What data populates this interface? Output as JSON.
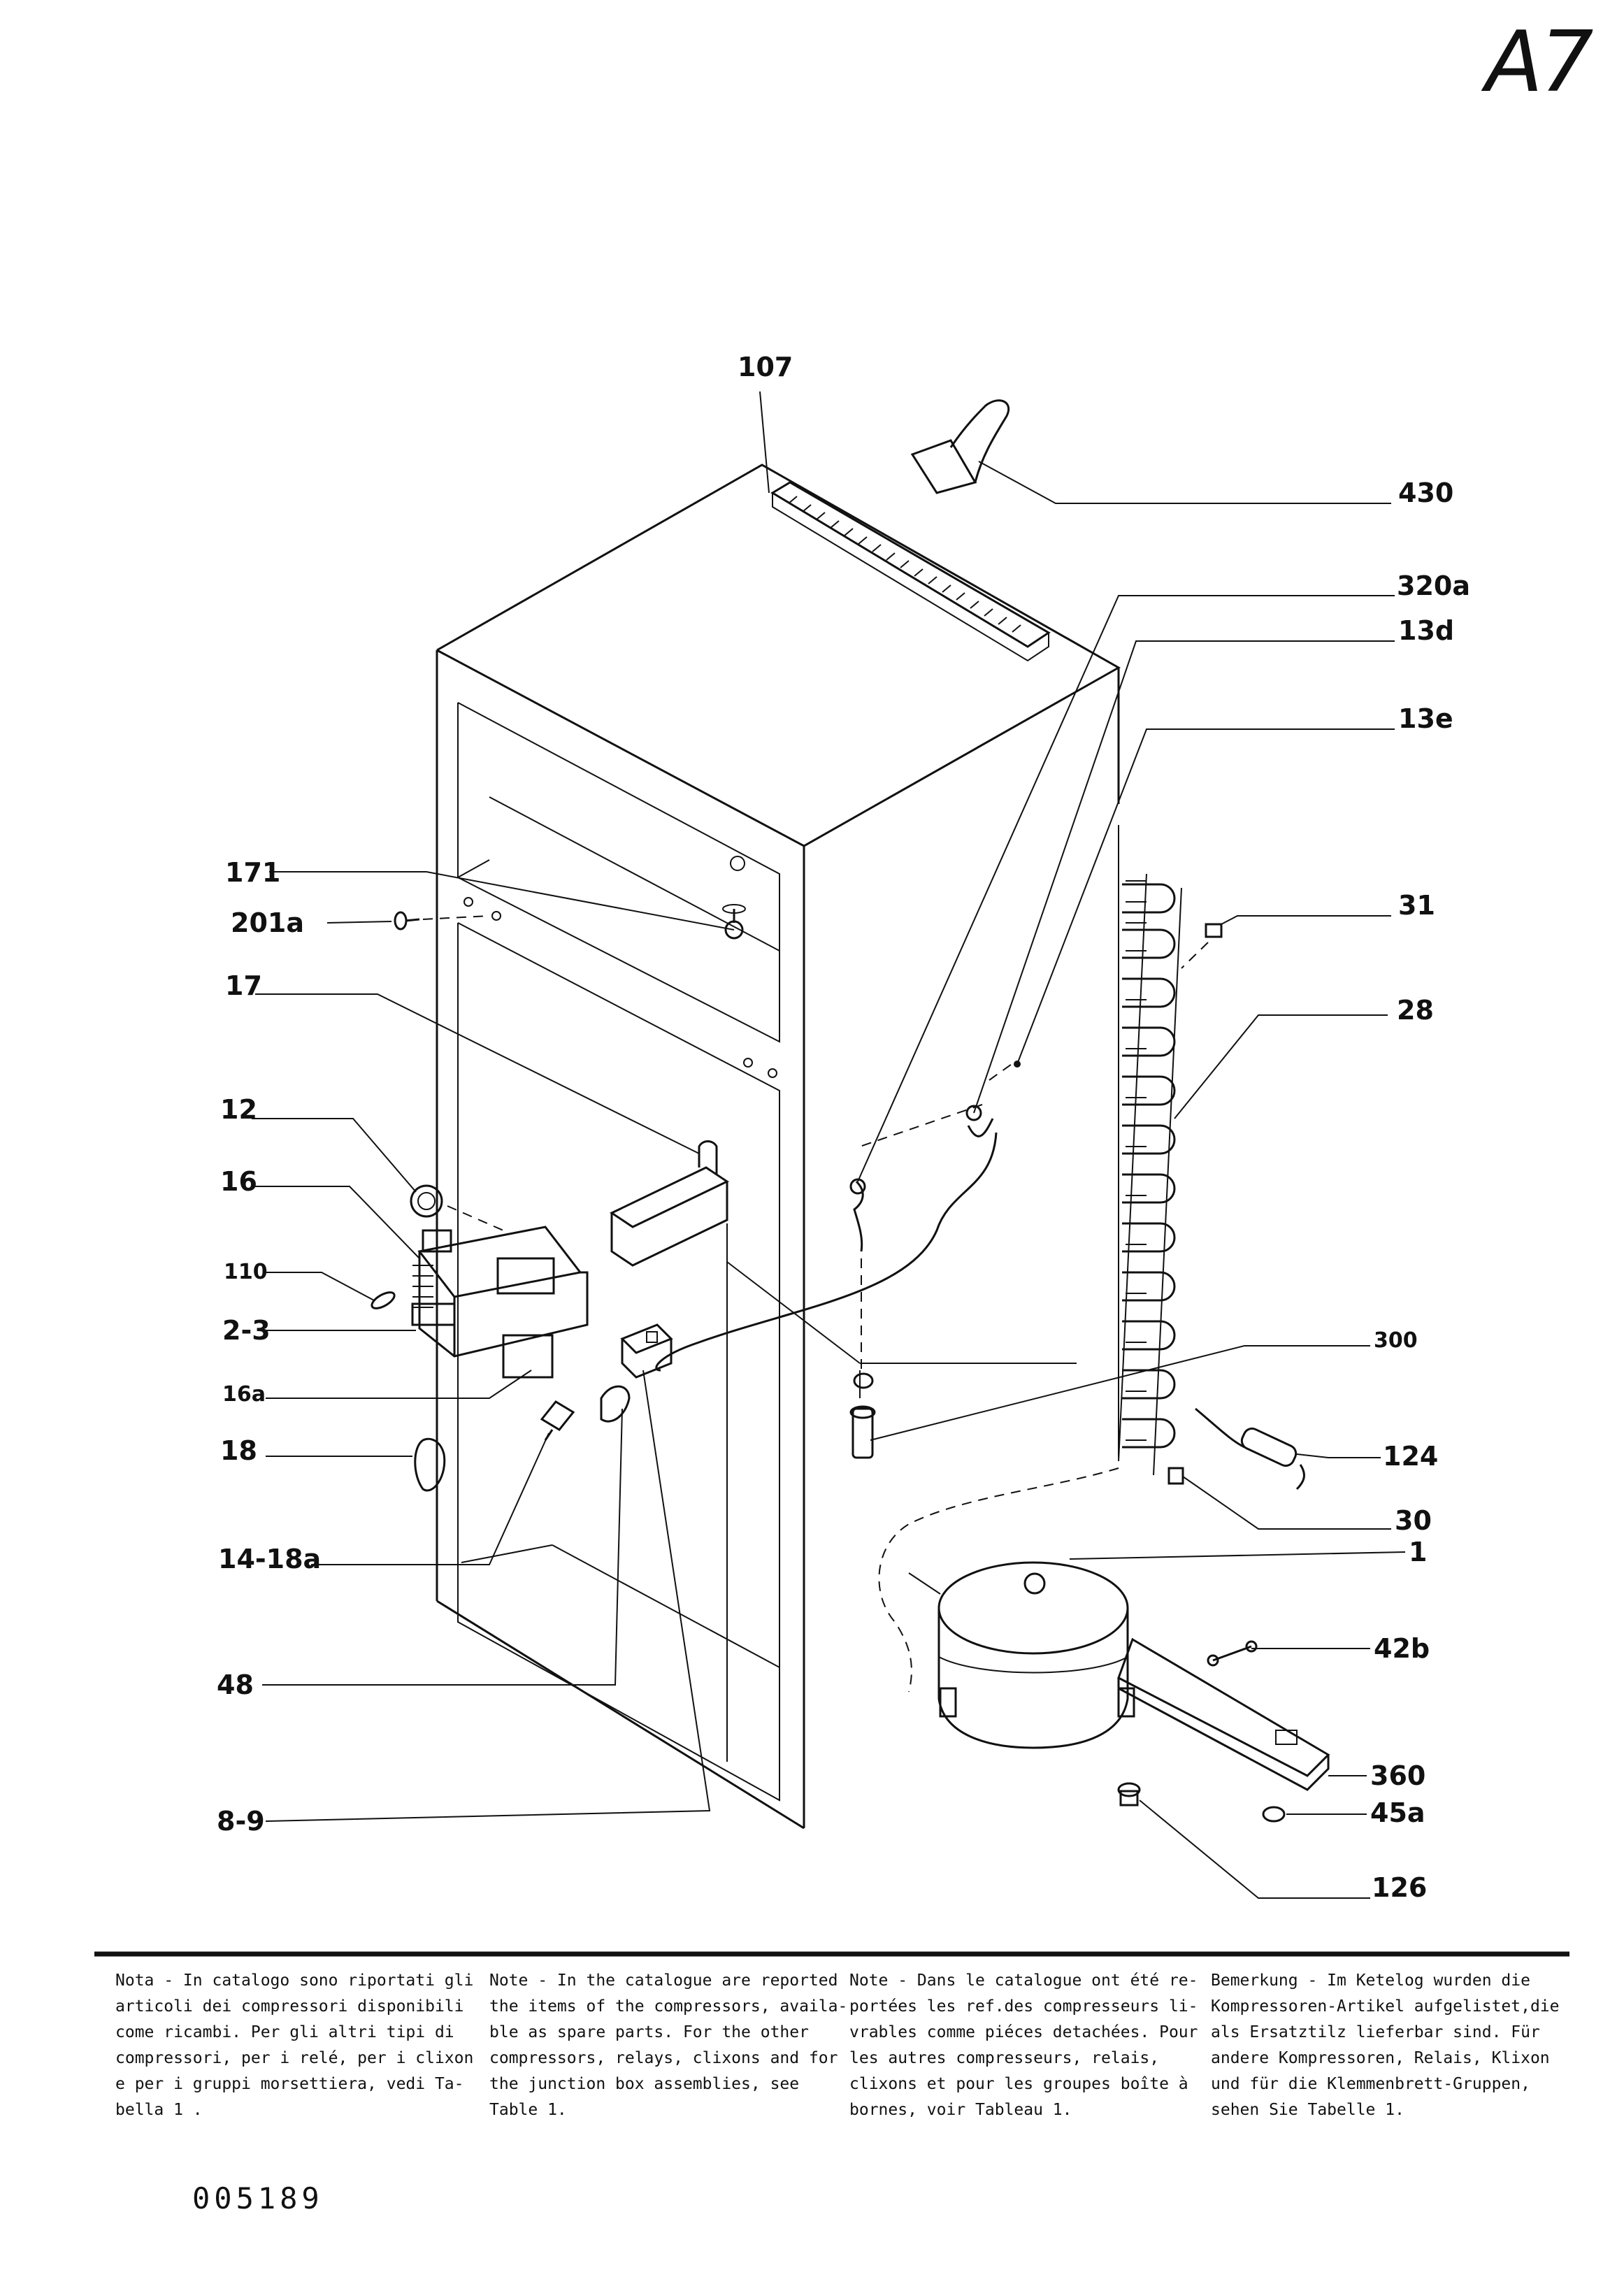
{
  "page_ref": "A7",
  "callouts": {
    "c107": "107",
    "c430": "430",
    "c320a": "320a",
    "c13d": "13d",
    "c13e": "13e",
    "c171": "171",
    "c201a": "201a",
    "c31": "31",
    "c17": "17",
    "c28": "28",
    "c12": "12",
    "c16": "16",
    "c110": "110",
    "c2_3": "2-3",
    "c300": "300",
    "c16a": "16a",
    "c18": "18",
    "c124": "124",
    "c30": "30",
    "c1": "1",
    "c14_18a": "14-18a",
    "c42b": "42b",
    "c48": "48",
    "c360": "360",
    "c45a": "45a",
    "c8_9": "8-9",
    "c126": "126"
  },
  "notes": {
    "it": [
      "Nota - In catalogo sono riportati gli",
      "articoli dei compressori disponibili",
      "come ricambi. Per gli altri tipi di",
      "compressori, per i relé, per i clixon",
      "e per i gruppi morsettiera, vedi Ta-",
      "bella 1 ."
    ],
    "en": [
      "Note - In the catalogue are reported",
      "the items of the compressors, availa-",
      "ble as spare parts. For the other",
      "compressors, relays, clixons and for",
      "the junction box assemblies, see",
      "Table  1."
    ],
    "fr": [
      "Note - Dans le catalogue ont été re-",
      "portées les ref.des compresseurs li-",
      "vrables comme piéces detachées. Pour",
      "les autres compresseurs, relais,",
      "clixons et pour les groupes boîte à",
      "bornes, voir Tableau 1."
    ],
    "de": [
      "Bemerkung - Im Ketelog wurden die",
      "Kompressoren-Artikel aufgelistet,die",
      "als Ersatztilz lieferbar sind. Für",
      "andere Kompressoren, Relais, Klixon",
      "und für die Klemmenbrett-Gruppen,",
      "sehen Sie Tabelle 1."
    ]
  },
  "doc_number": "005189"
}
